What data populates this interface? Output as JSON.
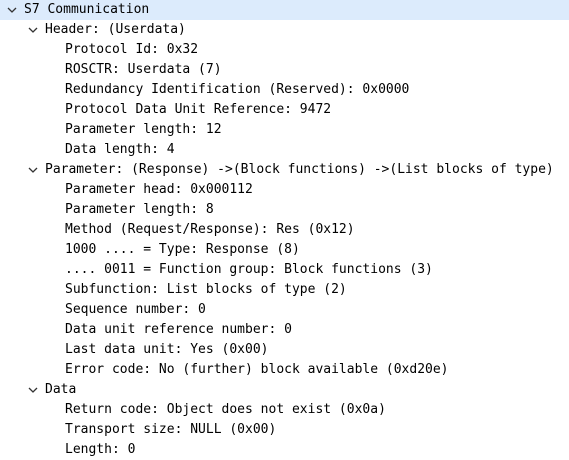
{
  "tree": {
    "s7": "S7 Communication",
    "header": {
      "label": "Header: (Userdata)",
      "fields": [
        "Protocol Id: 0x32",
        "ROSCTR: Userdata (7)",
        "Redundancy Identification (Reserved): 0x0000",
        "Protocol Data Unit Reference: 9472",
        "Parameter length: 12",
        "Data length: 4"
      ]
    },
    "parameter": {
      "label": "Parameter: (Response) ->(Block functions) ->(List blocks of type)",
      "fields": [
        "Parameter head: 0x000112",
        "Parameter length: 8",
        "Method (Request/Response): Res (0x12)",
        "1000 .... = Type: Response (8)",
        ".... 0011 = Function group: Block functions (3)",
        "Subfunction: List blocks of type (2)",
        "Sequence number: 0",
        "Data unit reference number: 0",
        "Last data unit: Yes (0x00)",
        "Error code: No (further) block available (0xd20e)"
      ]
    },
    "data": {
      "label": "Data",
      "fields": [
        "Return code: Object does not exist (0x0a)",
        "Transport size: NULL (0x00)",
        "Length: 0"
      ]
    }
  }
}
